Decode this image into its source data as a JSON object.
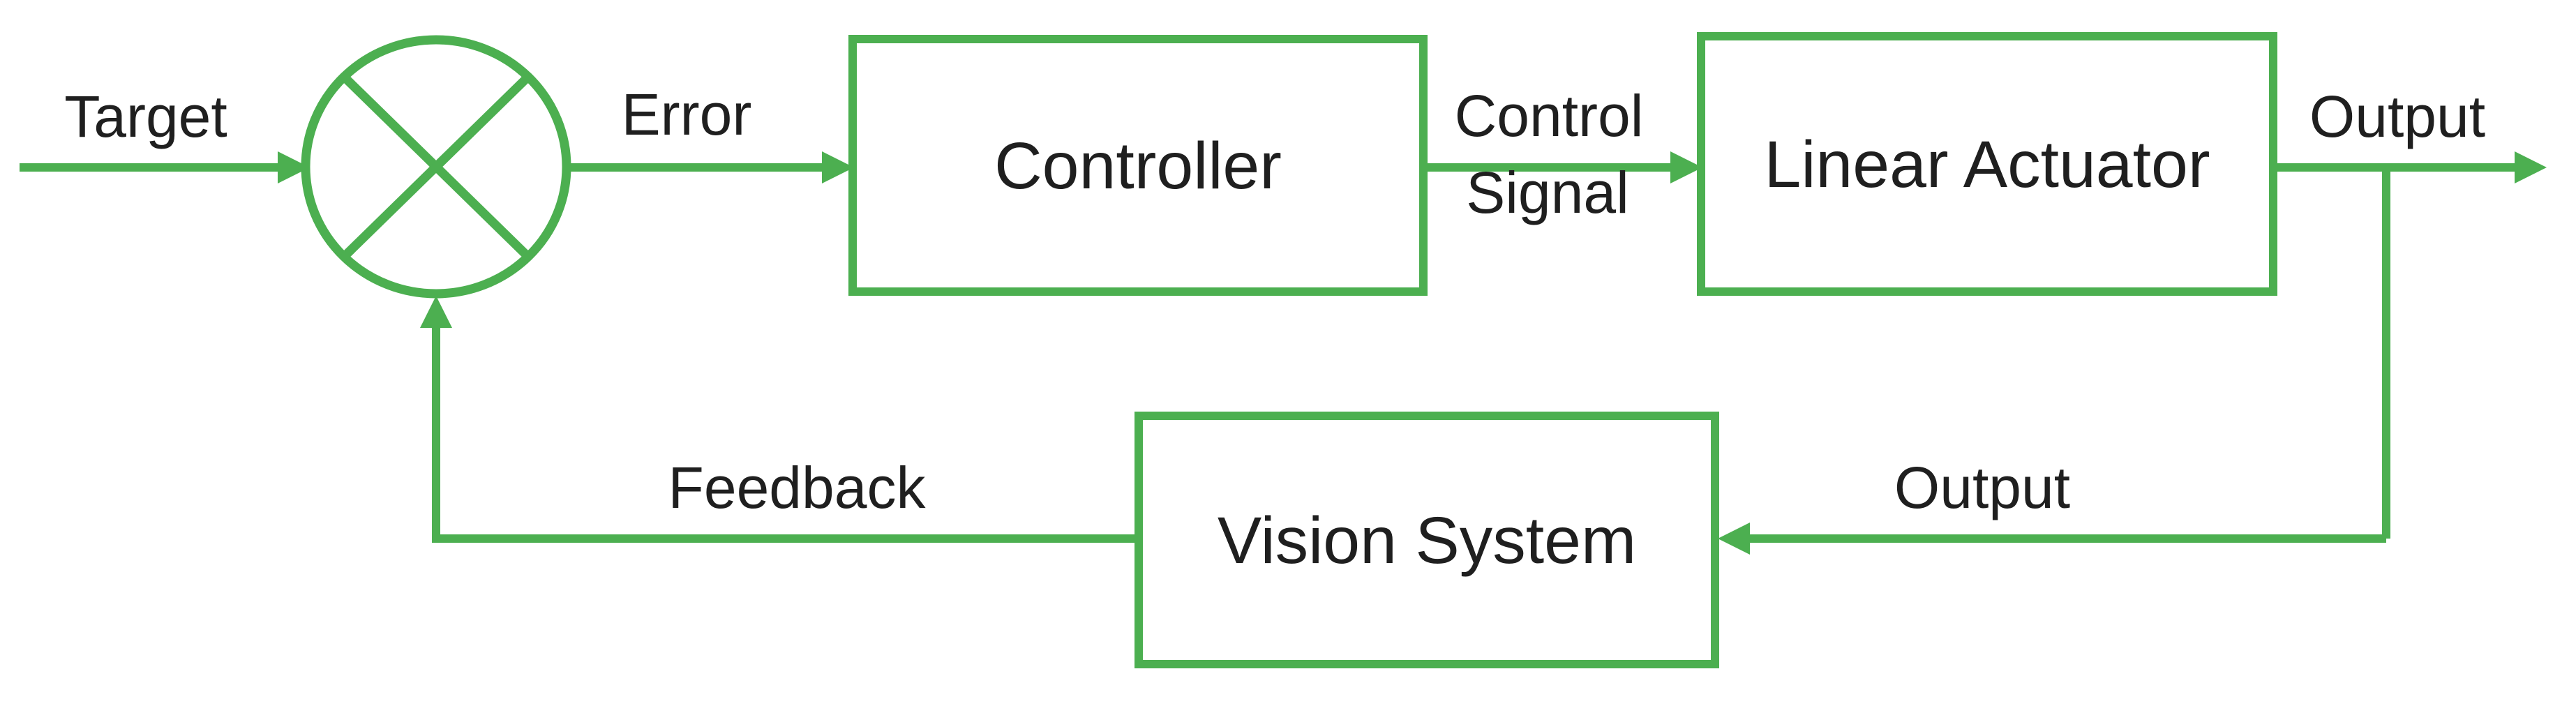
{
  "colors": {
    "accent": "#4caf50",
    "text": "#1f1f1f",
    "background": "#ffffff"
  },
  "nodes": {
    "summing_junction": {
      "type": "multiply-junction-icon"
    },
    "controller": {
      "label": "Controller"
    },
    "linear_actuator": {
      "label": "Linear Actuator"
    },
    "vision_system": {
      "label": "Vision System"
    }
  },
  "labels": {
    "target": "Target",
    "error": "Error",
    "control_signal_line1": "Control",
    "control_signal_line2": "Signal",
    "output_top": "Output",
    "output_bottom": "Output",
    "feedback": "Feedback"
  }
}
